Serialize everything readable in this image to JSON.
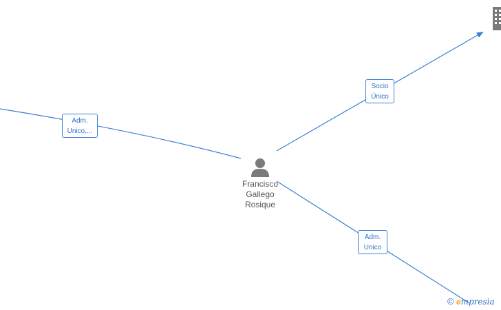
{
  "person": {
    "name_lines": [
      "Francisco",
      "Gallego",
      "Rosique"
    ],
    "icon": "person-icon"
  },
  "edges": [
    {
      "id": "left",
      "label_lines": [
        "Adm.",
        "Unico,..."
      ]
    },
    {
      "id": "top-right",
      "label_lines": [
        "Socio",
        "Único"
      ]
    },
    {
      "id": "bottom-right",
      "label_lines": [
        "Adm.",
        "Unico"
      ]
    }
  ],
  "company": {
    "icon": "building-icon"
  },
  "watermark": {
    "copyright": "©",
    "brand_initial": "e",
    "brand_rest": "mpresia"
  },
  "colors": {
    "edge": "#3a7fd5",
    "label_text": "#2f6fc4",
    "person_icon": "#7a7a7a",
    "person_text": "#555555"
  }
}
